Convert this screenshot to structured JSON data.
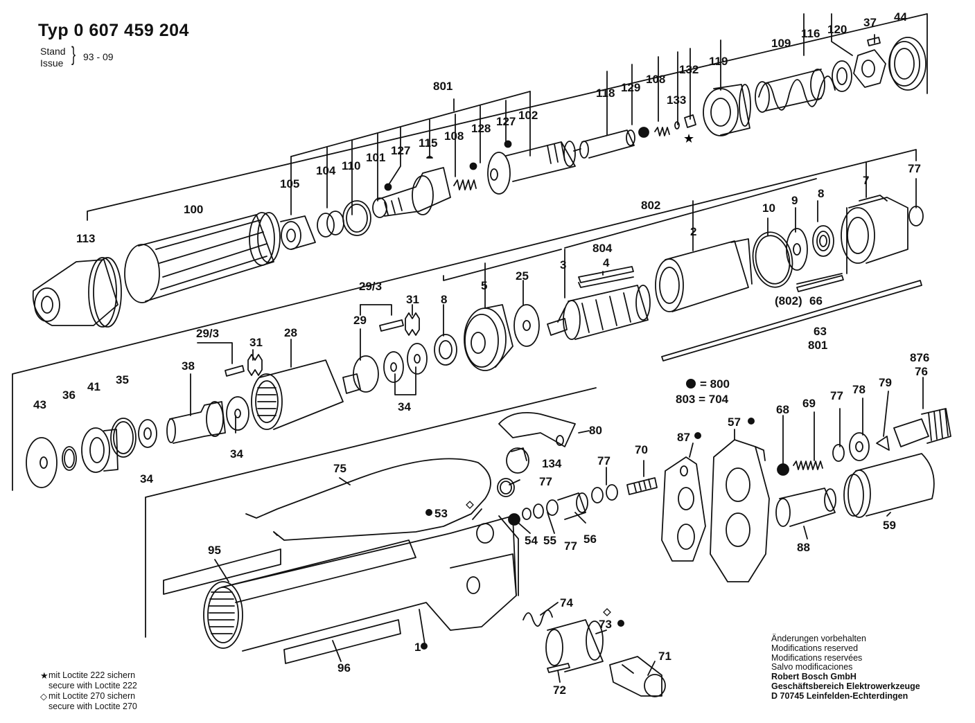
{
  "header": {
    "title": "Typ 0 607 459 204",
    "stand_label": "Stand",
    "issue_label": "Issue",
    "date": "93 - 09"
  },
  "key": {
    "dot_equals": "= 800",
    "code_equals": "803 = 704"
  },
  "labels": {
    "l113": "113",
    "l100": "100",
    "l105": "105",
    "l104": "104",
    "l110": "110",
    "l101": "101",
    "l127a": "127",
    "l115": "115",
    "l108a": "108",
    "l128": "128",
    "l127b": "127",
    "l102": "102",
    "l801a": "801",
    "l118": "118",
    "l129": "129",
    "l108b": "108",
    "l133": "133",
    "l132": "132",
    "l119": "119",
    "l109": "109",
    "l116": "116",
    "l120": "120",
    "l37": "37",
    "l44": "44",
    "l802a": "802",
    "l804": "804",
    "l4": "4",
    "l3": "3",
    "l2": "2",
    "l10": "10",
    "l9": "9",
    "l8a": "8",
    "l7": "7",
    "l77a": "77",
    "l802b": "(802)",
    "l66": "66",
    "l63": "63",
    "l801b": "801",
    "l8b": "8",
    "l5": "5",
    "l25": "25",
    "l29_3a": "29/3",
    "l31a": "31",
    "l29": "29",
    "l29_3b": "29/3",
    "l31b": "31",
    "l28": "28",
    "l38": "38",
    "l34a": "34",
    "l34b": "34",
    "l43": "43",
    "l36": "36",
    "l41": "41",
    "l35": "35",
    "l34c": "34",
    "l876": "876",
    "l76": "76",
    "l79": "79",
    "l78": "78",
    "l77b": "77",
    "l69": "69",
    "l68": "68",
    "l57": "57",
    "l87": "87",
    "l80": "80",
    "l134": "134",
    "l77c": "77",
    "l70": "70",
    "l77d": "77",
    "l75": "75",
    "l53": "53",
    "l54": "54",
    "l55": "55",
    "l77e": "77",
    "l56": "56",
    "l59": "59",
    "l88": "88",
    "l95": "95",
    "l96": "96",
    "l1": "1",
    "l74": "74",
    "l73": "73",
    "l71": "71",
    "l72": "72"
  },
  "legend": {
    "star_de": "mit Loctite 222 sichern",
    "star_en": "secure with Loctite 222",
    "diamond_de": "mit Loctite 270 sichern",
    "diamond_en": "secure with Loctite 270"
  },
  "notes": {
    "line1": "Änderungen vorbehalten",
    "line2": "Modifications reserved",
    "line3": "Modifications reservées",
    "line4": "Salvo modificaciones",
    "company1": "Robert Bosch GmbH",
    "company2": "Geschäftsbereich Elektrowerkzeuge",
    "company3": "D 70745 Leinfelden-Echterdingen"
  },
  "icons": [
    "filled-dot-icon",
    "star-icon",
    "diamond-icon"
  ]
}
